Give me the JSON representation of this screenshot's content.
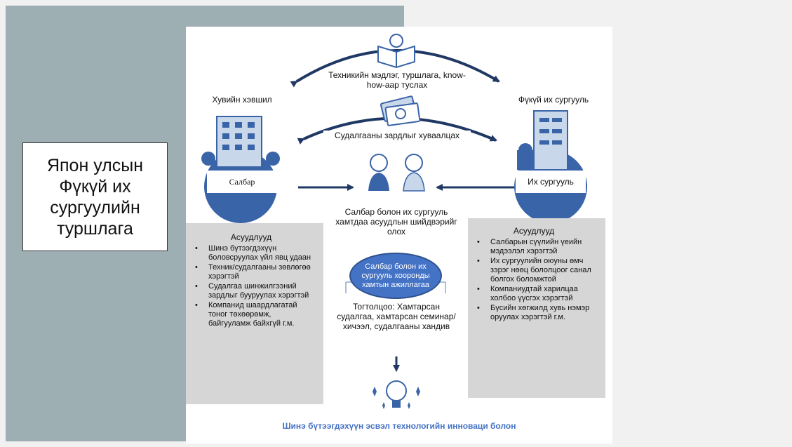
{
  "slide_title": "Япон улсын Фүкүй их сургуулийн туршлага",
  "diagram": {
    "top_label": "Техникийн мэдлэг, туршлага, know-how-аар туслах",
    "mid_label": "Судалгааны зардлыг хуваалцах",
    "left_title": "Хувийн хэвшил",
    "right_title": "Фүкүй их сургууль",
    "left_node": "Салбар",
    "right_node": "Их сургууль",
    "center_caption": "Салбар болон их сургууль хамтдаа асуудлын шийдвэрийг олох",
    "ellipse_text": "Салбар болон их сургууль хооронды хамтын ажиллагаа",
    "system_text": "Тогтолцоо: Хамтарсан судалгаа, хамтарсан семинар/хичээл, судалгааны хандив",
    "left_issues": {
      "header": "Асуудлууд",
      "items": [
        "Шинэ бүтээгдэхүүн боловсруулах үйл явц удаан",
        "Техник/судалгааны зөвлөгөө хэрэгтэй",
        "Судалгаа шинжилгээний зардлыг бууруулах хэрэгтэй",
        "Компанид шаардлагатай тоног төхөөрөмж, байгууламж байхгүй г.м."
      ]
    },
    "right_issues": {
      "header": "Асуудлууд",
      "items": [
        "Салбарын сүүлийн үеийн мэдээлэл хэрэгтэй",
        "Их сургуулийн оюуны өмч зэрэг нөөц бололцоог санал болгох боломжтой",
        "Компаниудтай харилцаа холбоо үүсгэх хэрэгтэй",
        "Бүсийн хөгжилд хувь нэмэр оруулах хэрэгтэй г.м."
      ]
    },
    "footer": "Шинэ бүтээгдэхүүн эсвэл технологийн инноваци болон",
    "colors": {
      "accent": "#4472c4",
      "icon_blue": "#3a64a8",
      "icon_light": "#c9d7ea",
      "box_gray": "#d6d6d6"
    },
    "icons": [
      "book-lightbulb-icon",
      "money-icon",
      "building-icon",
      "university-icon",
      "business-people-icon",
      "lightbulb-icon"
    ]
  }
}
